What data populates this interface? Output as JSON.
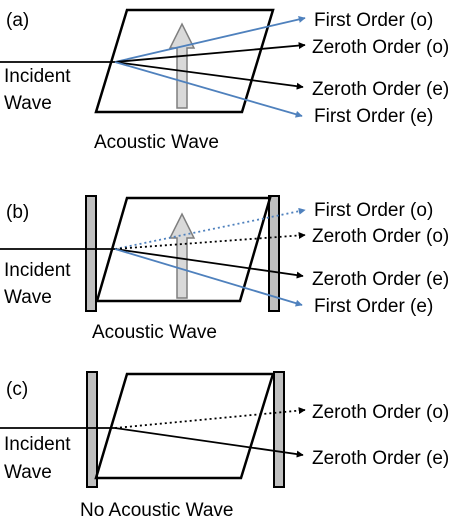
{
  "colors": {
    "line": "#000000",
    "first_order": "#4f81bd",
    "grating_fill": "#bfbfbf",
    "arrow_fill": "#d9d9d9",
    "arrow_stroke": "#7f7f7f"
  },
  "panels": {
    "a": {
      "tag": "(a)",
      "incident_line1": "Incident",
      "incident_line2": "Wave",
      "first_o": "First Order (o)",
      "zeroth_o": "Zeroth Order (o)",
      "zeroth_e": "Zeroth Order (e)",
      "first_e": "First Order (e)",
      "caption": "Acoustic Wave"
    },
    "b": {
      "tag": "(b)",
      "incident_line1": "Incident",
      "incident_line2": "Wave",
      "first_o": "First Order (o)",
      "zeroth_o": "Zeroth Order (o)",
      "zeroth_e": "Zeroth Order (e)",
      "first_e": "First Order (e)",
      "caption": "Acoustic Wave"
    },
    "c": {
      "tag": "(c)",
      "incident_line1": "Incident",
      "incident_line2": "Wave",
      "zeroth_o": "Zeroth Order (o)",
      "zeroth_e": "Zeroth Order (e)",
      "caption": "No Acoustic Wave"
    }
  }
}
